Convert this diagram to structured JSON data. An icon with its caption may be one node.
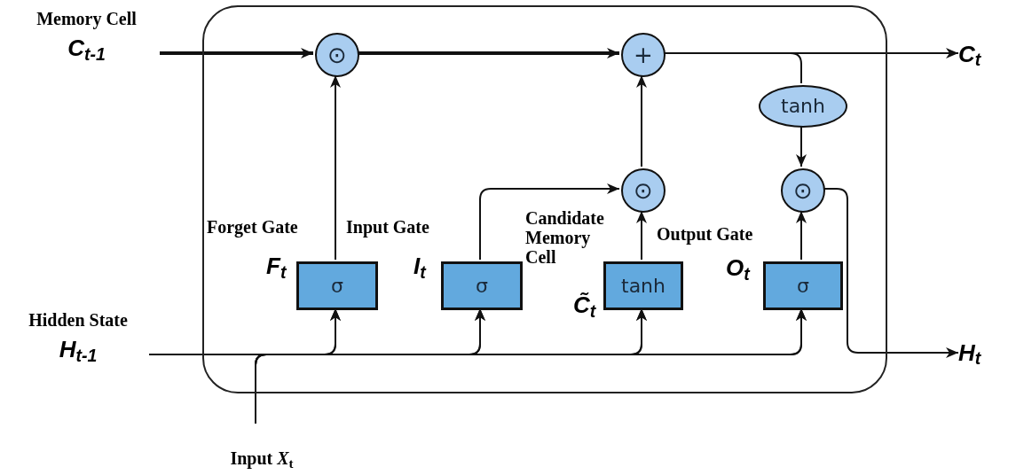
{
  "diagram": {
    "nodes": [
      {
        "text": [
          "Memory Cell",
          "C$_{t-1}$"
        ]
      },
      {
        "text": [
          "Hidden State",
          "H$_{t-1}$"
        ]
      },
      {
        "text": [],
        "shape": "box"
      },
      {
        "text": [
          "⊙"
        ],
        "in": 2
      },
      {
        "text": [
          "+"
        ],
        "in": 2
      },
      {
        "text": [
          "tanh"
        ],
        "in": 2
      },
      {
        "text": [
          "⊙"
        ],
        "in": 2
      },
      {
        "text": [
          "⊙"
        ],
        "in": 2
      },
      {
        "text": [
          "σ"
        ],
        "in": 2,
        "beside": [
          "Forget Gate",
          "F$_{t}$"
        ]
      },
      {
        "text": [
          "σ"
        ],
        "in": 2,
        "beside": [
          "Input Gate",
          "I$_{t}$"
        ]
      },
      {
        "text": [
          "tanh"
        ],
        "in": 2,
        "beside": [
          "Candidate Memory Cell",
          "C̃$_{t}$"
        ]
      },
      {
        "text": [
          "σ"
        ],
        "in": 2,
        "beside": [
          "Output Gate",
          "O$_{t}$"
        ]
      },
      {
        "text": [
          "C$_{t}$"
        ]
      },
      {
        "text": [
          "H$_{t}$"
        ]
      },
      {
        "text": [
          "Input *X*$_{t}$"
        ]
      }
    ],
    "edges": [
      {
        "from": 0,
        "to": 3,
        "arrow": "to",
        "style": "thick"
      },
      {
        "from": 3,
        "to": 4,
        "arrow": "to",
        "style": "thick"
      },
      {
        "from": 4,
        "to": 12,
        "arrow": "to"
      },
      {
        "from": 4,
        "to": 5,
        "arrow": "none"
      },
      {
        "from": 5,
        "to": 7,
        "arrow": "to"
      },
      {
        "from": 8,
        "to": 3,
        "arrow": "to"
      },
      {
        "from": 9,
        "to": 6,
        "arrow": "to"
      },
      {
        "from": 10,
        "to": 6,
        "arrow": "to"
      },
      {
        "from": 6,
        "to": 4,
        "arrow": "to"
      },
      {
        "from": 11,
        "to": 7,
        "arrow": "to"
      },
      {
        "from": 7,
        "to": 13,
        "arrow": "to"
      },
      {
        "from": 1,
        "to": 8,
        "arrow": "to"
      },
      {
        "from": 1,
        "to": 9,
        "arrow": "to"
      },
      {
        "from": 1,
        "to": 10,
        "arrow": "to"
      },
      {
        "from": 1,
        "to": 11,
        "arrow": "to"
      },
      {
        "from": 14,
        "to": 8,
        "arrow": "to"
      },
      {
        "from": 14,
        "to": 9,
        "arrow": "to"
      },
      {
        "from": 14,
        "to": 10,
        "arrow": "to"
      },
      {
        "from": 14,
        "to": 11,
        "arrow": "to"
      }
    ]
  }
}
